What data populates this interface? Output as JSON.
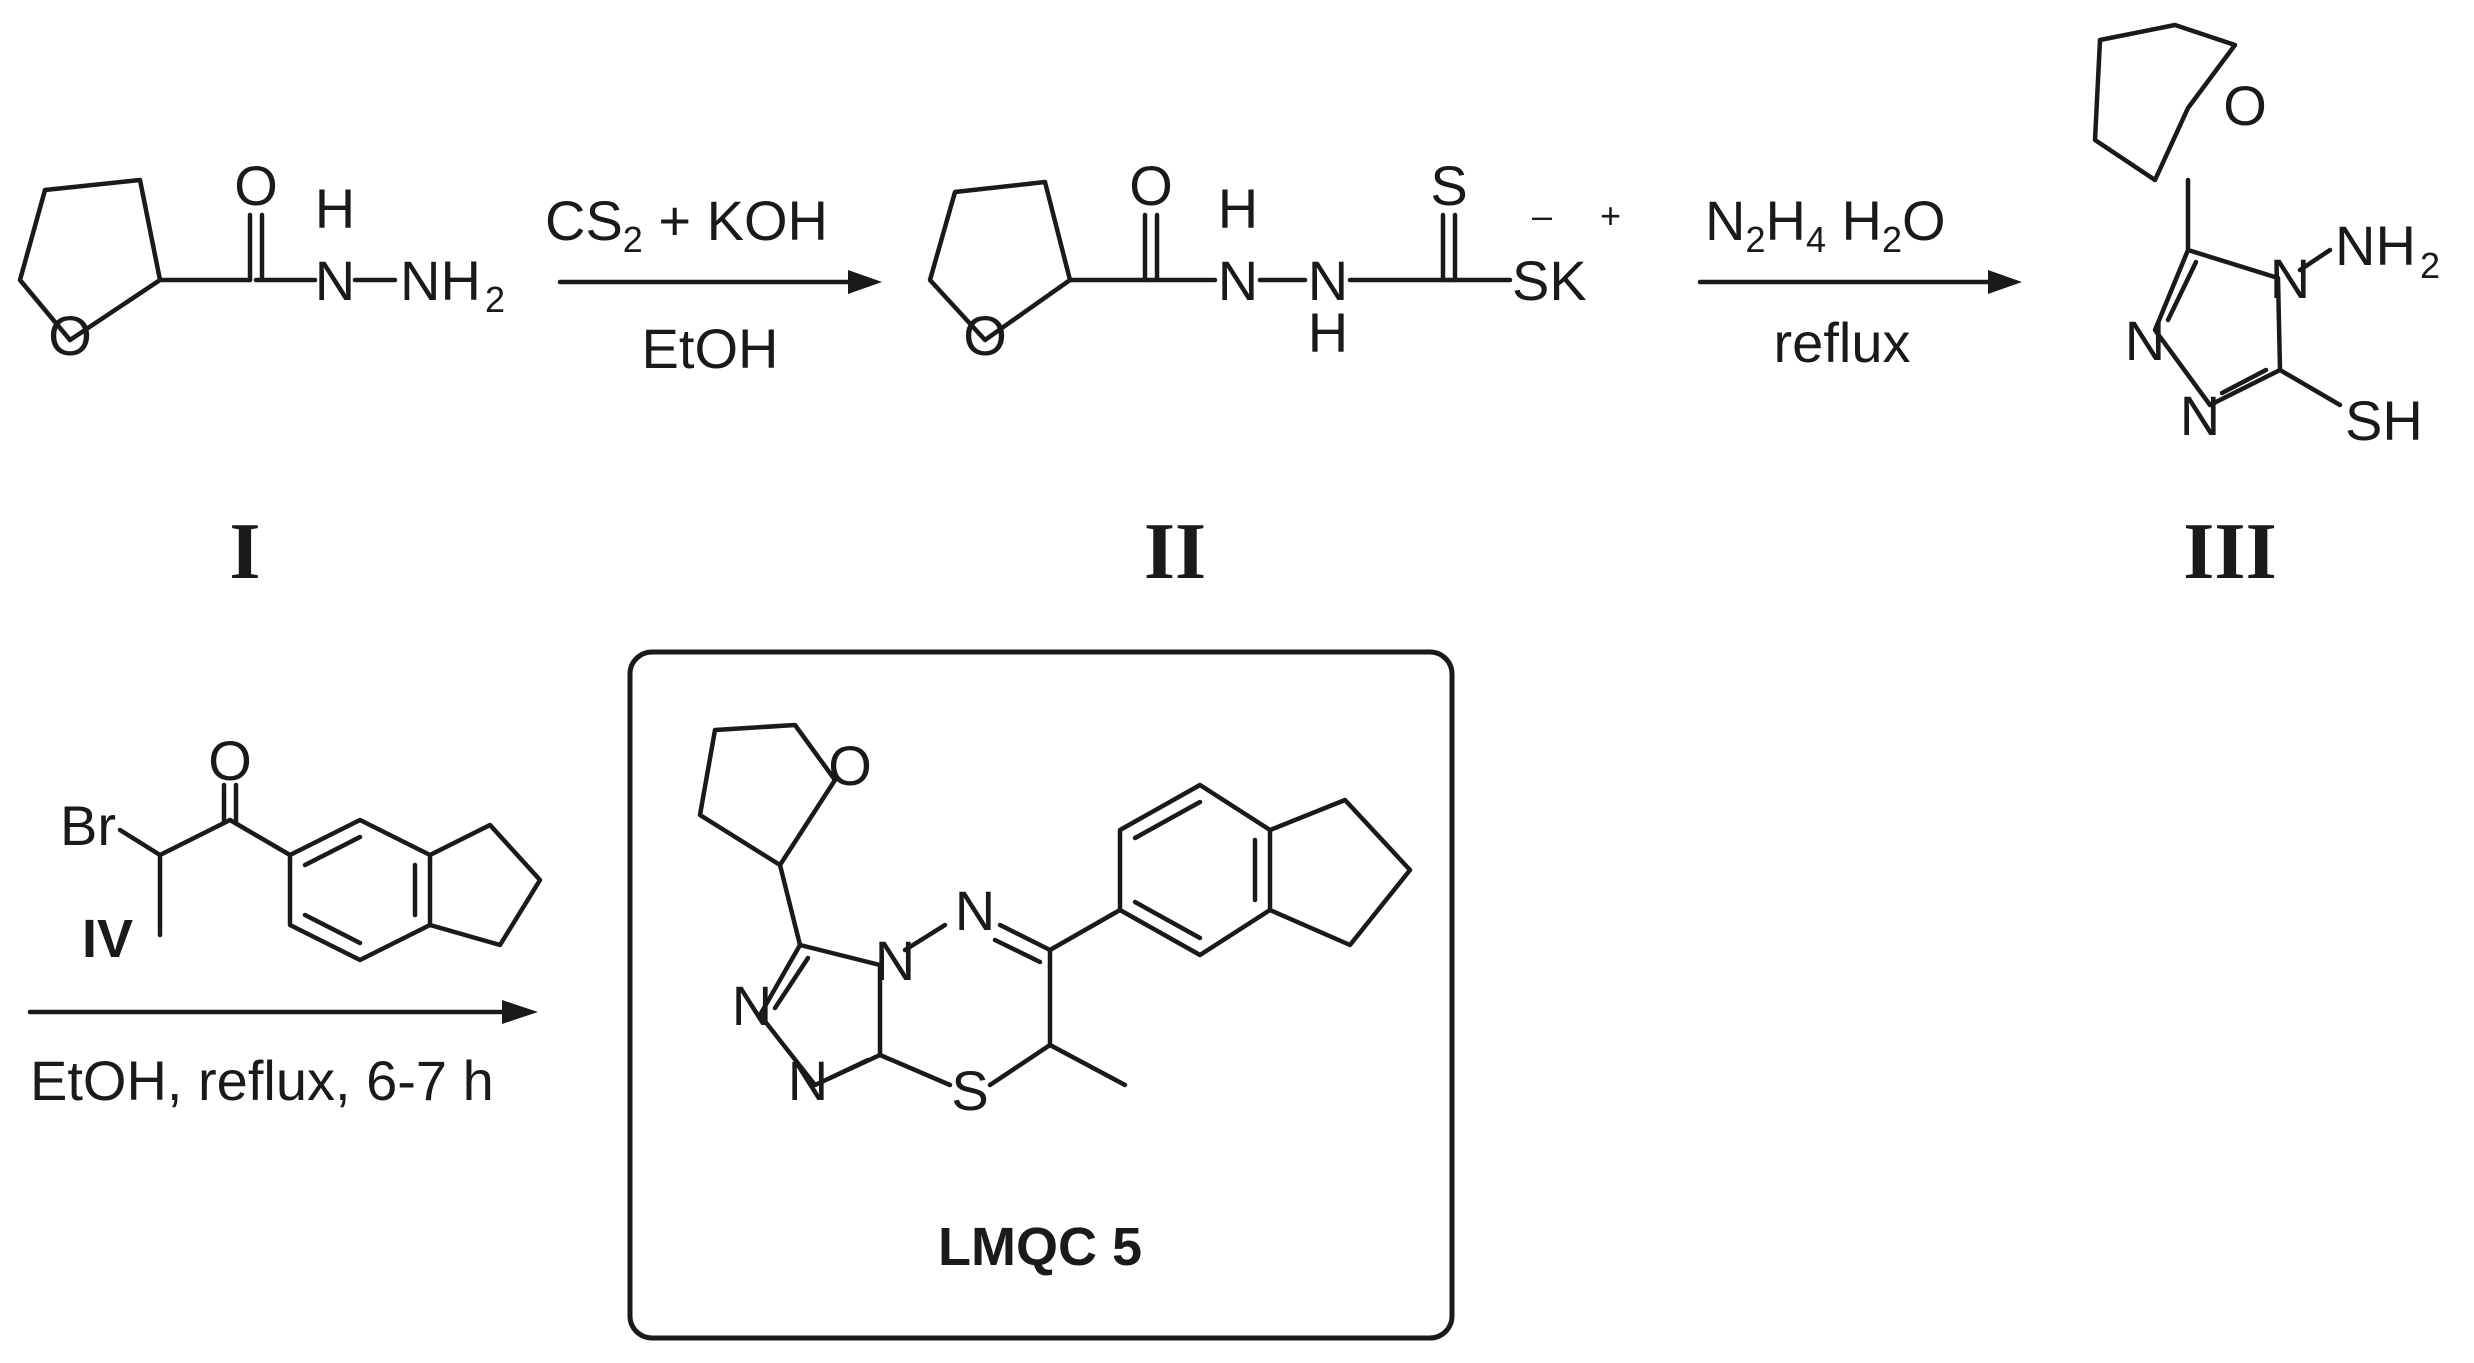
{
  "compounds": {
    "I": {
      "label": "I"
    },
    "II": {
      "label": "II"
    },
    "III": {
      "label": "III"
    },
    "IV": {
      "label": "IV"
    },
    "product": {
      "label": "LMQC 5"
    }
  },
  "atoms": {
    "O": "O",
    "N": "N",
    "H": "H",
    "S": "S",
    "NH2": "NH",
    "sub2": "2",
    "SK": "SK",
    "minus": "–",
    "plus": "+",
    "SH": "SH",
    "Br": "Br"
  },
  "steps": {
    "step1": {
      "above": "CS",
      "above_sub": "2",
      "above_rest": " + KOH",
      "below": "EtOH"
    },
    "step2": {
      "above_N": "N",
      "above_sub1": "2",
      "above_H": "H",
      "above_sub2": "4",
      "above_rest": " H",
      "above_sub3": "2",
      "above_O": "O",
      "below": "reflux"
    },
    "step3": {
      "below": "EtOH, reflux, 6-7 h"
    }
  }
}
